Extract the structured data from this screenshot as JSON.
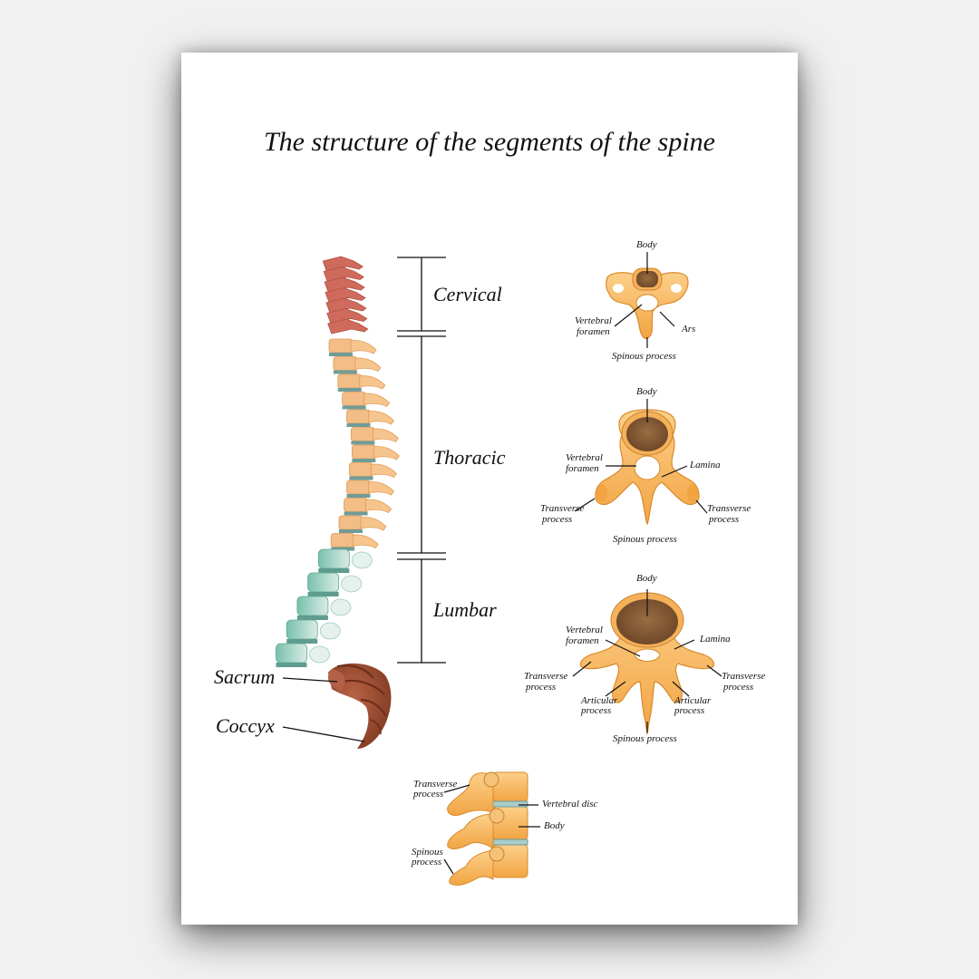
{
  "title": "The structure of the segments of the spine",
  "regions": {
    "cervical": "Cervical",
    "thoracic": "Thoracic",
    "lumbar": "Lumbar",
    "sacrum": "Sacrum",
    "coccyx": "Coccyx"
  },
  "cervical_vertebra": {
    "body": "Body",
    "foramen": [
      "Vertebral",
      "foramen"
    ],
    "ars": "Ars",
    "spinous": "Spinous process"
  },
  "thoracic_vertebra": {
    "body": "Body",
    "foramen": [
      "Vertebral",
      "foramen"
    ],
    "lamina": "Lamina",
    "transverse_left": [
      "Transverse",
      "process"
    ],
    "transverse_right": [
      "Transverse",
      "process"
    ],
    "spinous": "Spinous process"
  },
  "lumbar_vertebra": {
    "body": "Body",
    "foramen": [
      "Vertebral",
      "foramen"
    ],
    "lamina": "Lamina",
    "transverse_left": [
      "Transverse",
      "process"
    ],
    "transverse_right": [
      "Transverse",
      "process"
    ],
    "articular_left": [
      "Articular",
      "process"
    ],
    "articular_right": [
      "Articular",
      "process"
    ],
    "spinous": "Spinous process"
  },
  "side_view": {
    "transverse": [
      "Transverse",
      "process"
    ],
    "disc": "Vertebral disc",
    "body": "Body",
    "spinous": [
      "Spinous",
      "process"
    ]
  },
  "colors": {
    "cervical": "#cf6b5c",
    "thoracic": "#f2bd86",
    "lumbar": "#7fc3b0",
    "sacrum": "#9a4a2e",
    "disc": "#6f9c98",
    "bone": "#f7b45a",
    "marrow": "#a77a50"
  }
}
